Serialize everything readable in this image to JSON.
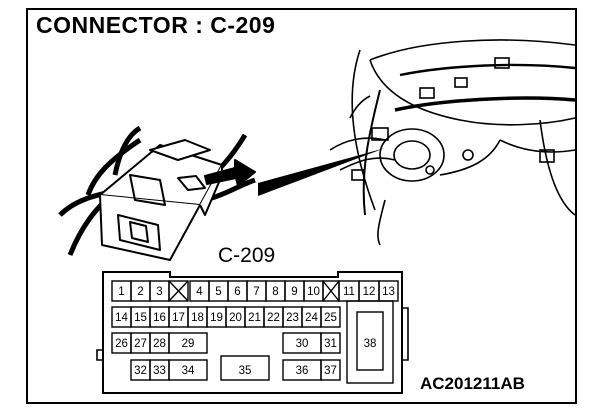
{
  "title": "CONNECTOR : C-209",
  "connector_label": "C-209",
  "drawing_code": "AC201211AB",
  "pins": [
    "1",
    "2",
    "3",
    "4",
    "5",
    "6",
    "7",
    "8",
    "9",
    "10",
    "11",
    "12",
    "13",
    "14",
    "15",
    "16",
    "17",
    "18",
    "19",
    "20",
    "21",
    "22",
    "23",
    "24",
    "25",
    "26",
    "27",
    "28",
    "29",
    "30",
    "31",
    "32",
    "33",
    "34",
    "35",
    "36",
    "37",
    "38"
  ]
}
